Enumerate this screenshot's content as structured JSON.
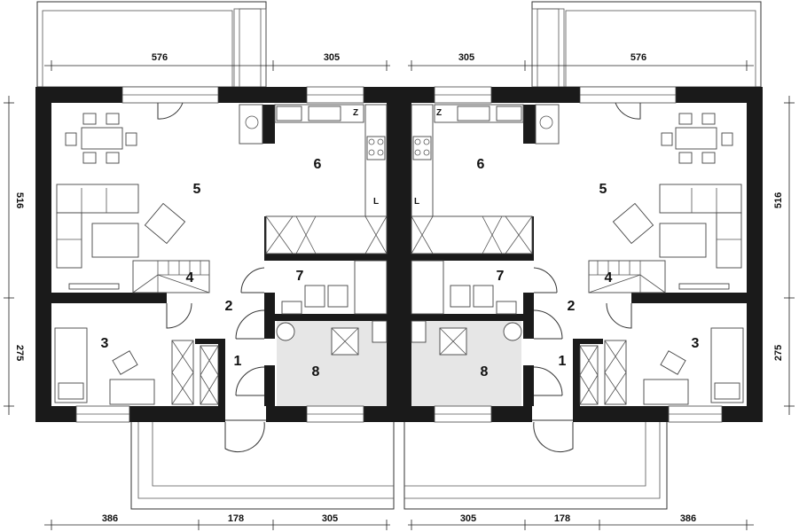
{
  "dimensions": {
    "top": [
      "576",
      "305",
      "305",
      "576"
    ],
    "bottom": [
      "386",
      "178",
      "305",
      "305",
      "178",
      "386"
    ],
    "left": [
      "516",
      "275"
    ],
    "right": [
      "516",
      "275"
    ]
  },
  "rooms_left": {
    "r1": "1",
    "r2": "2",
    "r3": "3",
    "r4": "4",
    "r5": "5",
    "r6": "6",
    "r7": "7",
    "r8": "8"
  },
  "rooms_right": {
    "r1": "1",
    "r2": "2",
    "r3": "3",
    "r4": "4",
    "r5": "5",
    "r6": "6",
    "r7": "7",
    "r8": "8"
  },
  "fixtures": {
    "fridge": "Z",
    "oven": "L"
  }
}
